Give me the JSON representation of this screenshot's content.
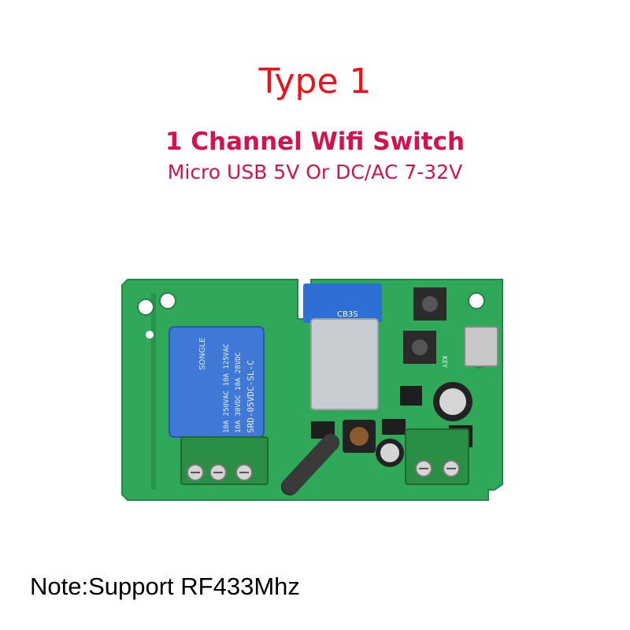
{
  "header": {
    "title": "Type 1",
    "subtitle": "1 Channel Wifi Switch",
    "spec": "Micro USB 5V Or DC/AC 7-32V"
  },
  "board": {
    "module_label": "CB3S",
    "relay_brand": "SONGLE",
    "relay_rating_1": "10A 250VAC  10A 125VAC",
    "relay_rating_2": "10A 30VDC  10A 28VDC",
    "relay_model": "SRD-05VDC-SL-C",
    "key_label": "KEY",
    "colors": {
      "pcb": "#2fa85a",
      "relay": "#3f78d6",
      "terminal": "#2a8f44",
      "wifi_module": "#2d6fd4"
    }
  },
  "footer": {
    "note": "Note:Support RF433Mhz"
  }
}
